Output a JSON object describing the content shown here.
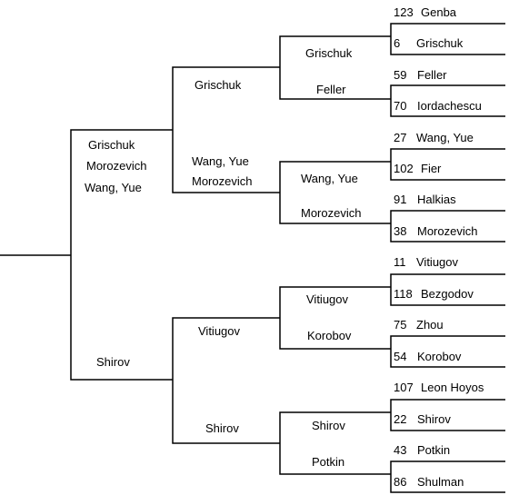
{
  "colors": {
    "line": "#000000",
    "text": "#000000",
    "background": "#ffffff"
  },
  "final": {
    "top": [
      "Grischuk",
      "Morozevich",
      "Wang, Yue"
    ],
    "bottom": "Shirov"
  },
  "semifinals": {
    "upper": {
      "top": "Grischuk",
      "bottom": [
        "Wang, Yue",
        "Morozevich"
      ]
    },
    "lower": {
      "top": "Vitiugov",
      "bottom": "Shirov"
    }
  },
  "quarterfinals": [
    {
      "top": "Grischuk",
      "bottom": "Feller"
    },
    {
      "top": "Wang, Yue",
      "bottom": "Morozevich"
    },
    {
      "top": "Vitiugov",
      "bottom": "Korobov"
    },
    {
      "top": "Shirov",
      "bottom": "Potkin"
    }
  ],
  "round_of_16": [
    {
      "seed": "123",
      "name": "Genba"
    },
    {
      "seed": "6",
      "name": "Grischuk"
    },
    {
      "seed": "59",
      "name": "Feller"
    },
    {
      "seed": "70",
      "name": "Iordachescu"
    },
    {
      "seed": "27",
      "name": "Wang, Yue"
    },
    {
      "seed": "102",
      "name": "Fier"
    },
    {
      "seed": "91",
      "name": "Halkias"
    },
    {
      "seed": "38",
      "name": "Morozevich"
    },
    {
      "seed": "11",
      "name": "Vitiugov"
    },
    {
      "seed": "118",
      "name": "Bezgodov"
    },
    {
      "seed": "75",
      "name": "Zhou"
    },
    {
      "seed": "54",
      "name": "Korobov"
    },
    {
      "seed": "107",
      "name": "Leon Hoyos"
    },
    {
      "seed": "22",
      "name": "Shirov"
    },
    {
      "seed": "43",
      "name": "Potkin"
    },
    {
      "seed": "86",
      "name": "Shulman"
    }
  ]
}
